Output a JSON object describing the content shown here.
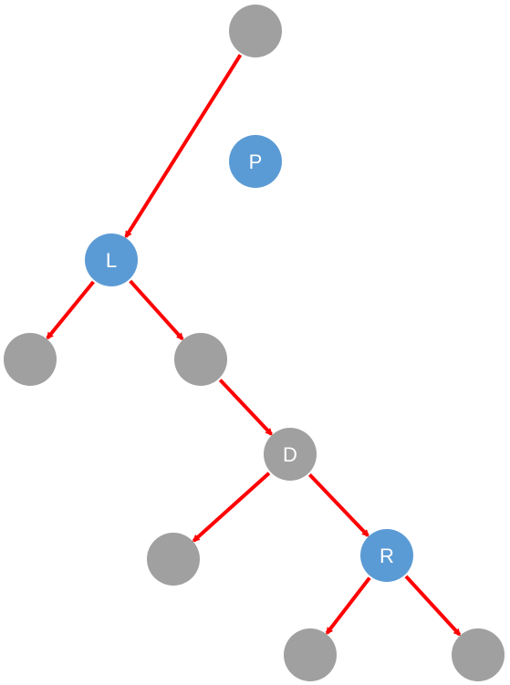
{
  "colors": {
    "edge": "#ff0000",
    "node_default": "#a0a0a0",
    "node_highlight": "#5b9bd5",
    "label": "#ffffff"
  },
  "nodes": [
    {
      "id": "root",
      "label": "",
      "highlight": false
    },
    {
      "id": "p",
      "label": "P",
      "highlight": true
    },
    {
      "id": "l",
      "label": "L",
      "highlight": true
    },
    {
      "id": "l-left",
      "label": "",
      "highlight": false
    },
    {
      "id": "l-right",
      "label": "",
      "highlight": false
    },
    {
      "id": "d",
      "label": "D",
      "highlight": false
    },
    {
      "id": "d-left",
      "label": "",
      "highlight": false
    },
    {
      "id": "r",
      "label": "R",
      "highlight": true
    },
    {
      "id": "r-left",
      "label": "",
      "highlight": false
    },
    {
      "id": "r-right",
      "label": "",
      "highlight": false
    }
  ],
  "edges": [
    {
      "from": "root",
      "to": "l"
    },
    {
      "from": "l",
      "to": "l-left"
    },
    {
      "from": "l",
      "to": "l-right"
    },
    {
      "from": "l-right",
      "to": "d"
    },
    {
      "from": "d",
      "to": "d-left"
    },
    {
      "from": "d",
      "to": "r"
    },
    {
      "from": "r",
      "to": "r-left"
    },
    {
      "from": "r",
      "to": "r-right"
    }
  ]
}
